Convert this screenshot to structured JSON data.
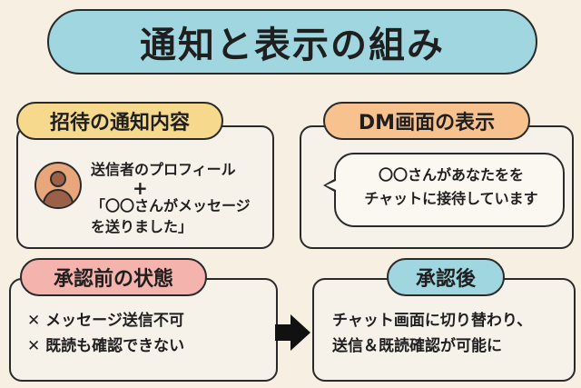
{
  "title": "通知と表示の組み",
  "invite": {
    "label": "招待の通知内容",
    "line1": "送信者のプロフィール",
    "plus": "+",
    "line2": "「〇〇さんがメッセージ",
    "line3": "を送りました」"
  },
  "dm": {
    "label": "DM画面の表示",
    "bubble_line1": "〇〇さんがあなたをを",
    "bubble_line2": "チャットに接待しています"
  },
  "before": {
    "label": "承認前の状態",
    "item1": "✕ メッセージ送信不可",
    "item2": "✕ 既読も確認できない"
  },
  "after": {
    "label": "承認後",
    "line1": "チャット画面に切り替わり、",
    "line2": "送信＆既読確認が可能に"
  },
  "colors": {
    "background": "#f6efe2",
    "teal": "#9fd6df",
    "yellow": "#f6d98c",
    "orange": "#f7c28e",
    "pink": "#f5b3ad"
  },
  "icons": [
    "person-avatar-icon",
    "right-arrow-icon"
  ]
}
